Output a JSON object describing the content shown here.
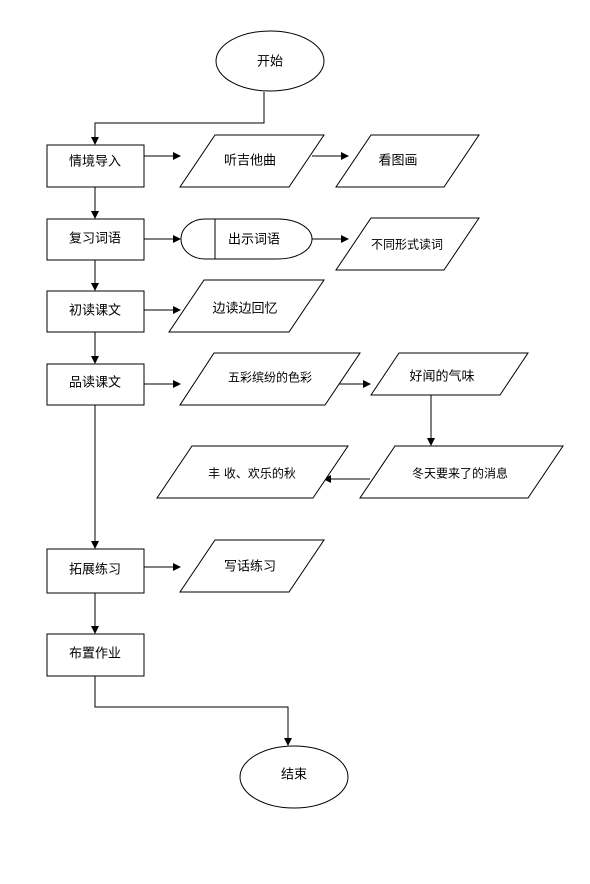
{
  "nodes": {
    "start": "开始",
    "intro": "情境导入",
    "listen_guitar": "听吉他曲",
    "look_picture": "看图画",
    "review_words": "复习词语",
    "show_words": "出示词语",
    "read_words": "不同形式读词",
    "first_read": "初读课文",
    "read_recall": "边读边回忆",
    "savor_read": "品读课文",
    "colors": "五彩缤纷的色彩",
    "smell": "好闻的气味",
    "winter_news": "冬天要来了的消息",
    "harvest": "丰 收、欢乐的秋",
    "extend_practice": "拓展练习",
    "writing_practice": "写话练习",
    "homework": "布置作业",
    "end": "结束"
  }
}
